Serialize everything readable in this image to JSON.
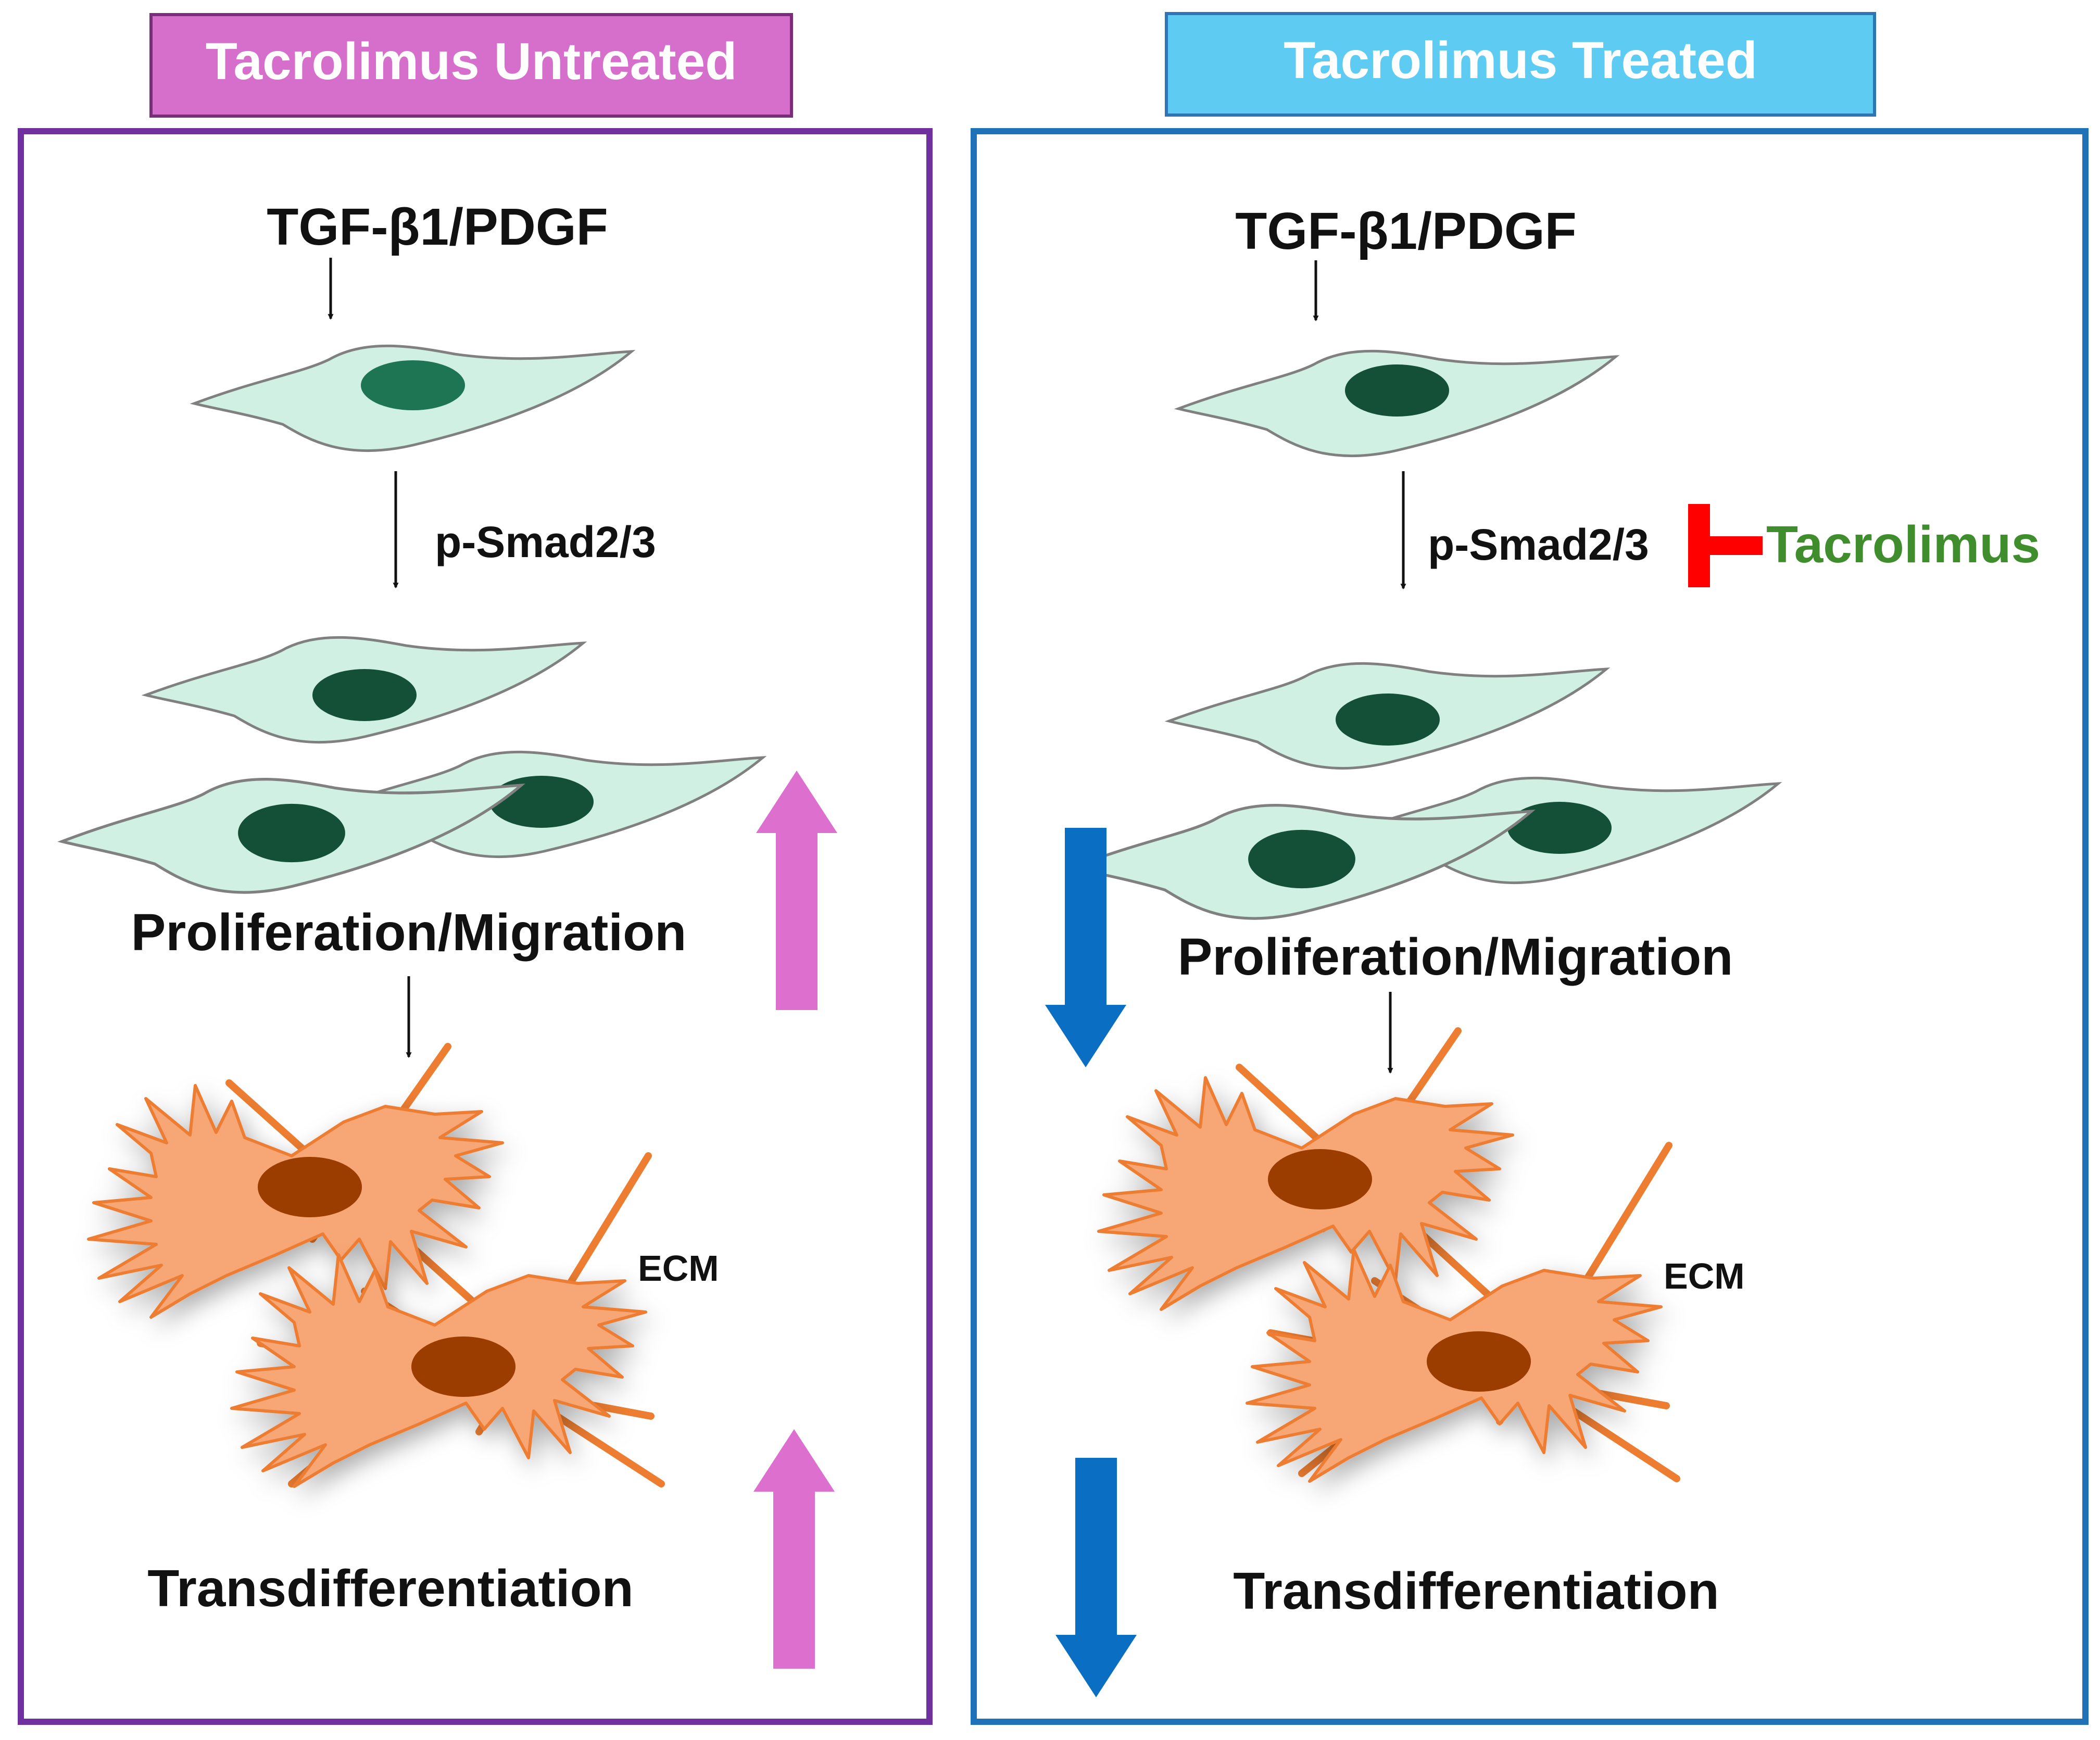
{
  "panels": {
    "left": {
      "header": "Tacrolimus Untreated",
      "signal": "TGF-β1/PDGF",
      "pathway": "p-Smad2/3",
      "step1": "Proliferation/Migration",
      "matrix": "ECM",
      "step2": "Transdifferentiation",
      "trend": "increase"
    },
    "right": {
      "header": "Tacrolimus Treated",
      "signal": "TGF-β1/PDGF",
      "pathway": "p-Smad2/3",
      "inhibitor": "Tacrolimus",
      "step1": "Proliferation/Migration",
      "matrix": "ECM",
      "step2": "Transdifferentiation",
      "trend": "decrease"
    }
  },
  "colors": {
    "left_header_fill": "#d66fcc",
    "left_header_border": "#7a2e7a",
    "left_frame": "#7030a0",
    "right_header_fill": "#5ecbf2",
    "right_header_border": "#2e75b6",
    "right_frame": "#1f72b8",
    "header_text": "#ffffff",
    "fibroblast_body": "#cff0e2",
    "fibroblast_outline": "#808080",
    "fibroblast_nucleus": "#145038",
    "fibroblast_nucleus_first": "#1e7553",
    "myofibroblast_body": "#f7a674",
    "myofibroblast_fiber": "#ed7d31",
    "myofibroblast_nucleus": "#9c3c00",
    "increase_arrow": "#dd6fcf",
    "decrease_arrow": "#0a6fc2",
    "inhibitor_bar": "#ff0000",
    "inhibitor_text": "#3f8d2d",
    "text": "#111111"
  },
  "icons": [
    "increase-arrow-icon",
    "decrease-arrow-icon",
    "inhibition-bar-icon",
    "fibroblast-cell-icon",
    "myofibroblast-cell-icon"
  ]
}
